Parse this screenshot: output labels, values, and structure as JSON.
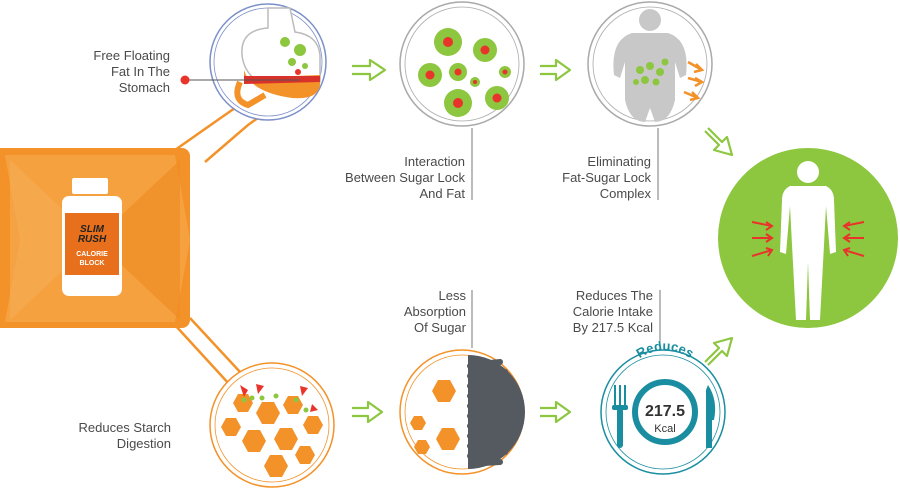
{
  "palette": {
    "orange": "#f39229",
    "orange_dark": "#e8701c",
    "green": "#8dc63f",
    "red": "#e8342a",
    "blue_ring": "#7b8fc9",
    "grey_ring": "#a9a9a9",
    "teal": "#1a8ea0",
    "text": "#4a4a4a"
  },
  "product": {
    "brand_line1": "SLIM",
    "brand_line2": "RUSH",
    "label_line1": "CALORIE",
    "label_line2": "BLOCK",
    "icon": "supplement-bottle-icon"
  },
  "steps": {
    "stomach": {
      "line1": "Free Floating",
      "line2": "Fat In The",
      "line3": "Stomach",
      "icon": "stomach-icon"
    },
    "interaction": {
      "line1": "Interaction",
      "line2": "Between Sugar Lock",
      "line3": "And Fat",
      "icon": "fat-cells-icon"
    },
    "eliminating": {
      "line1": "Eliminating",
      "line2": "Fat-Sugar Lock",
      "line3": "Complex",
      "icon": "overweight-body-icon"
    },
    "result": {
      "icon": "slim-body-icon"
    },
    "starch": {
      "line1": "Reduces Starch",
      "line2": "Digestion",
      "icon": "starch-molecules-icon"
    },
    "sugar": {
      "line1": "Less",
      "line2": "Absorption",
      "line3": "Of Sugar",
      "icon": "intestine-villi-icon"
    },
    "calorie": {
      "line1": "Reduces The",
      "line2": "Calorie Intake",
      "line3": "By 217.5 Kcal",
      "icon": "plate-cutlery-icon"
    }
  },
  "plate": {
    "arc_text": "Reduces",
    "value": "217.5",
    "unit": "Kcal"
  }
}
